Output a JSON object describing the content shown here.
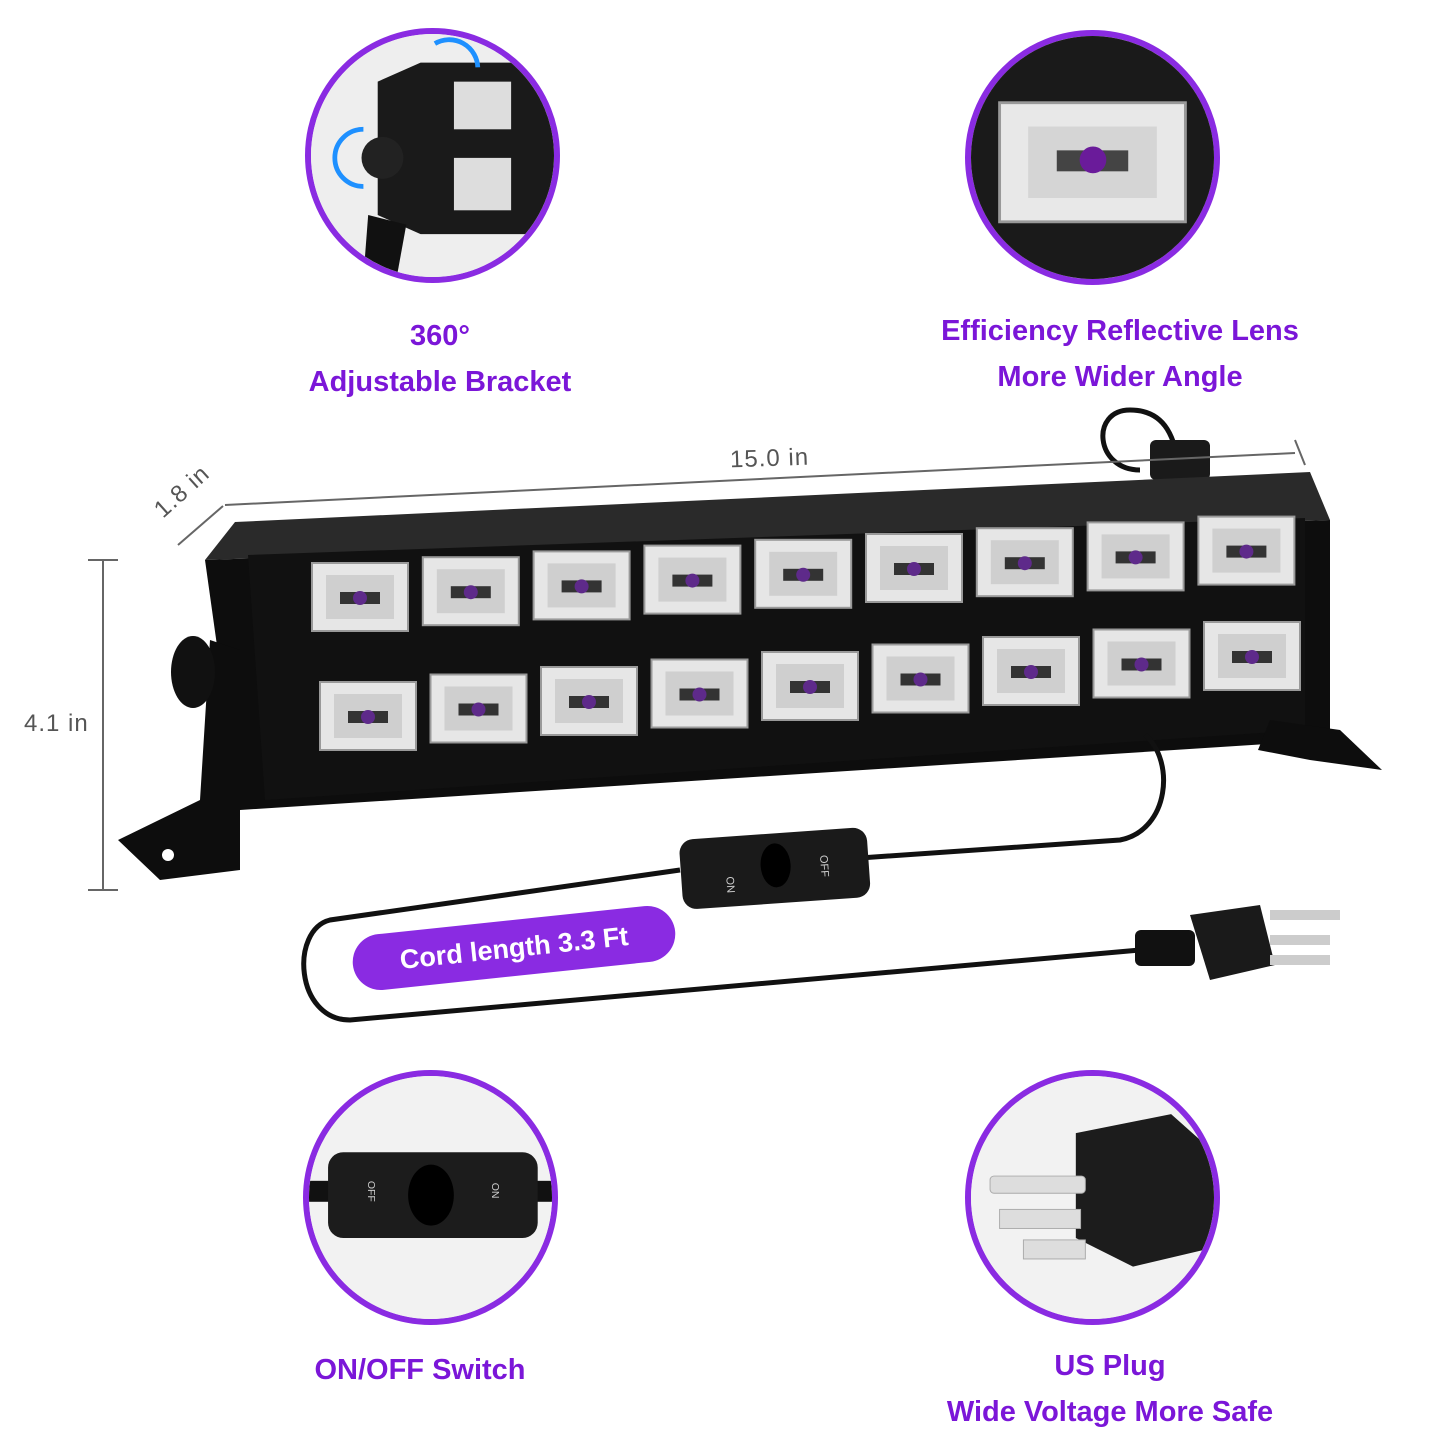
{
  "features": {
    "bracket": {
      "line1": "360°",
      "line2": "Adjustable Bracket"
    },
    "lens": {
      "line1": "Efficiency Reflective Lens",
      "line2": "More Wider Angle"
    },
    "switch": {
      "line1": "ON/OFF Switch"
    },
    "plug": {
      "line1": "US Plug",
      "line2": "Wide Voltage More Safe"
    }
  },
  "dimensions": {
    "length": "15.0 in",
    "depth": "1.8 in",
    "height": "4.1 in"
  },
  "cord": {
    "label": "Cord length 3.3 Ft"
  },
  "switch_labels": {
    "on": "ON",
    "off": "OFF"
  },
  "colors": {
    "accent": "#8a2be2",
    "caption": "#7b16d8",
    "device": "#0d0d0d"
  },
  "icons": [
    "rotate-arrow-icon",
    "light-bar-icon",
    "rocker-switch-icon",
    "us-plug-icon"
  ]
}
